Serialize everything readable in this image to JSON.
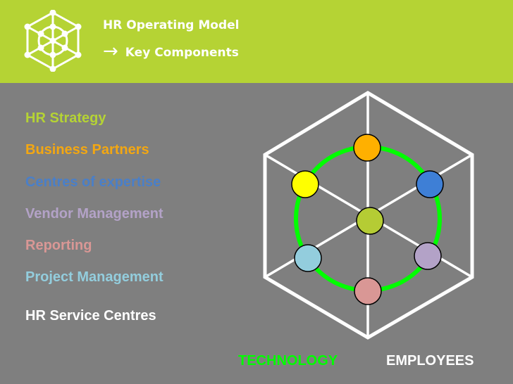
{
  "header": {
    "title": "HR Operating Model",
    "subtitle_arrow": "→",
    "subtitle": "Key Components",
    "logo_icon": "hexagon-network-icon",
    "background": "#b5d334"
  },
  "components": [
    {
      "label": "HR Strategy",
      "color": "#b5d334"
    },
    {
      "label": "Business Partners",
      "color": "#f3a712"
    },
    {
      "label": "Centres of expertise",
      "color": "#4a7fc8"
    },
    {
      "label": "Vendor Management",
      "color": "#b3a2c7"
    },
    {
      "label": "Reporting",
      "color": "#d99795"
    },
    {
      "label": "Project Management",
      "color": "#93cddd"
    },
    {
      "label": "HR Service Centres",
      "color": "#ffffff"
    }
  ],
  "diagram": {
    "ring_color": "#00ff00",
    "nodes": [
      {
        "name": "top",
        "color": "#ffb000"
      },
      {
        "name": "upper-left",
        "color": "#ffff00"
      },
      {
        "name": "upper-right",
        "color": "#3e7fd6"
      },
      {
        "name": "center",
        "color": "#b5cc34"
      },
      {
        "name": "lower-left",
        "color": "#93cddd"
      },
      {
        "name": "lower-right",
        "color": "#b3a2c7"
      },
      {
        "name": "bottom",
        "color": "#d99795"
      }
    ]
  },
  "footer": {
    "technology": "TECHNOLOGY",
    "technology_color": "#00ff00",
    "employees": "EMPLOYEES",
    "employees_color": "#ffffff"
  }
}
